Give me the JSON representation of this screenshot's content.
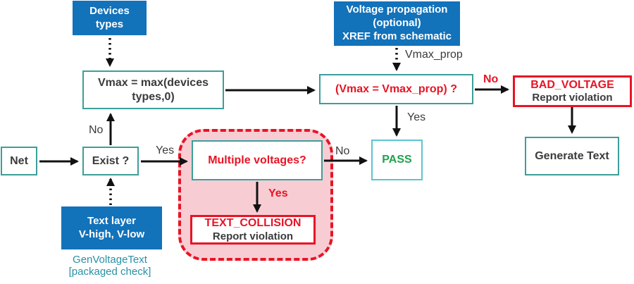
{
  "colors": {
    "blue_fill": "#1272BA",
    "teal_border": "#3D9E99",
    "cyan_border": "#5BC5D2",
    "red": "#E81425",
    "pink_fill": "#F7CDD3",
    "green": "#1FA24C",
    "dark_text": "#3B3B3D",
    "caption_teal": "#2990A5"
  },
  "nodes": {
    "devices_types": {
      "lines": [
        "Devices",
        "types"
      ]
    },
    "voltage_propagation": {
      "lines": [
        "Voltage propagation",
        "(optional)",
        "XREF from schematic"
      ]
    },
    "vmax_calc": {
      "lines": [
        "Vmax = max(devices",
        "types,0)"
      ]
    },
    "vmax_check": {
      "label": "(Vmax = Vmax_prop) ?"
    },
    "bad_voltage": {
      "title": "BAD_VOLTAGE",
      "subtitle": "Report violation"
    },
    "generate_text": {
      "label": "Generate Text"
    },
    "pass": {
      "label": "PASS"
    },
    "net": {
      "label": "Net"
    },
    "exist": {
      "label": "Exist ?"
    },
    "text_layer": {
      "lines": [
        "Text layer",
        "V-high, V-low"
      ]
    },
    "multiple_voltages": {
      "label": "Multiple voltages?"
    },
    "text_collision": {
      "title": "TEXT_COLLISION",
      "subtitle": "Report violation"
    }
  },
  "edge_labels": {
    "vmax_prop": "Vmax_prop",
    "no_to_bad_voltage": "No",
    "yes_to_pass": "Yes",
    "no_exist": "No",
    "yes_exist": "Yes",
    "no_multiple": "No",
    "yes_multiple": "Yes"
  },
  "caption": {
    "lines": [
      "GenVoltageText",
      "[packaged check]"
    ]
  }
}
